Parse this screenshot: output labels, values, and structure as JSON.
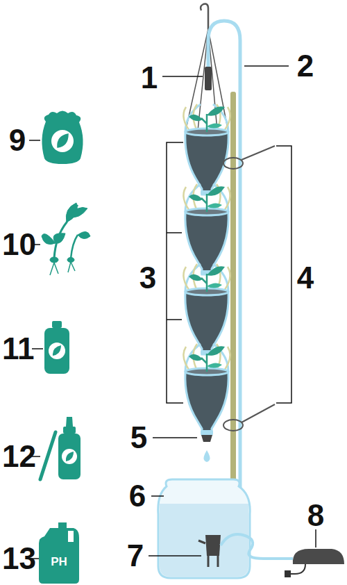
{
  "diagram": {
    "labels": [
      "1",
      "2",
      "9",
      "3",
      "4",
      "10",
      "11",
      "5",
      "12",
      "6",
      "8",
      "13",
      "7",
      "PH"
    ]
  }
}
